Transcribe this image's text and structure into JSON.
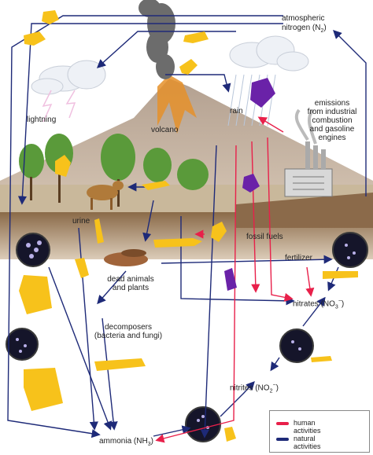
{
  "labels": {
    "atmospheric": "atmospheric",
    "nitrogen": "nitrogen (N",
    "nitrogen_sub": "2",
    "lightning": "lightning",
    "volcano": "volcano",
    "rain": "rain",
    "emissions_1": "emissions",
    "emissions_2": "from industrial",
    "emissions_3": "combustion",
    "emissions_4": "and gasoline",
    "emissions_5": "engines",
    "urine": "urine",
    "fossil_fuels": "fossil fuels",
    "fertilizer": "fertilizer",
    "dead_1": "dead animals",
    "dead_2": "and plants",
    "nitrates": "nitrates (NO",
    "nitrates_sub": "3",
    "nitrates_sup": "−",
    "decomposers_1": "decomposers",
    "decomposers_2": "(bacteria and fungi)",
    "nitrites": "nitrites (NO",
    "nitrites_sub": "2",
    "nitrites_sup": "−",
    "ammonia": "ammonia (NH",
    "ammonia_sub": "3"
  },
  "legend": {
    "human": "human activities",
    "natural": "natural activities",
    "human_color": "#e8204a",
    "natural_color": "#1e2a78"
  },
  "colors": {
    "highlight_yellow": "#f7c21b",
    "highlight_purple": "#6a22a8",
    "sky": "#ffffff",
    "mountain": "#c9b7a4",
    "soil": "#7a5a3c"
  }
}
